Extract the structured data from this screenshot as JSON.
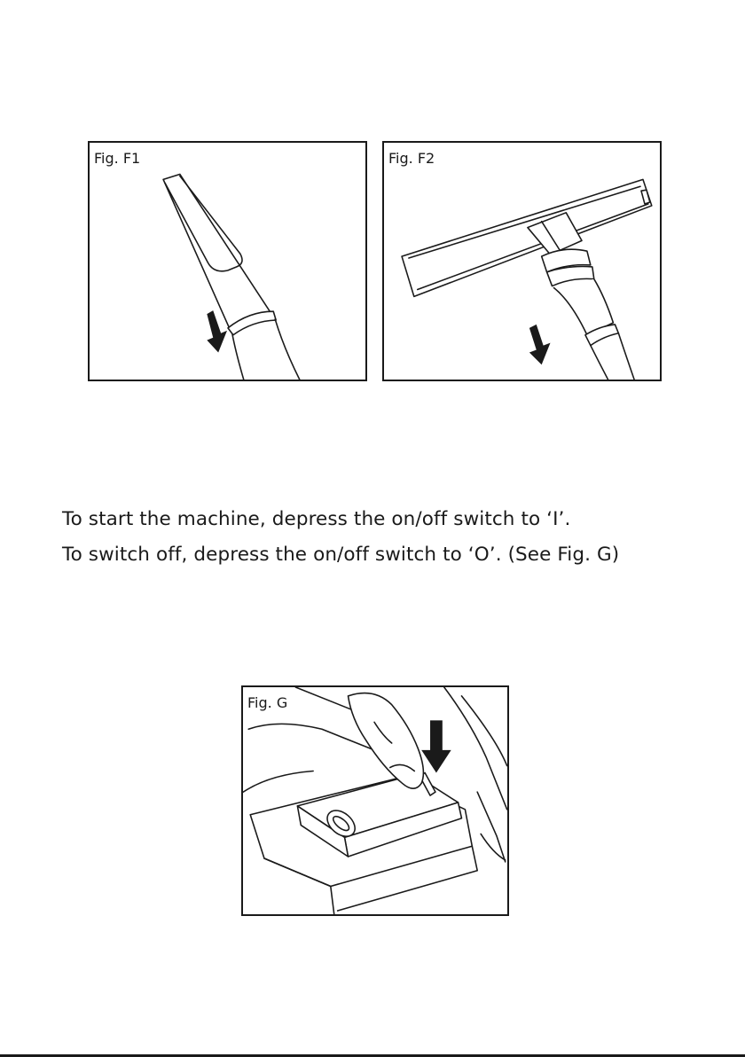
{
  "figures": {
    "f1": {
      "label": "Fig. F1"
    },
    "f2": {
      "label": "Fig. F2"
    },
    "g": {
      "label": "Fig. G"
    }
  },
  "instructions": {
    "line1": "To start the machine, depress the on/off switch to ‘I’.",
    "line2": "To switch off, depress the on/off switch to ‘O’. (See Fig. G)"
  },
  "icons": {
    "f1_arrow": "down-arrow-icon",
    "f2_arrow": "down-arrow-icon",
    "g_arrow": "down-arrow-icon"
  },
  "colors": {
    "ink": "#1a1a1a",
    "background": "#ffffff"
  }
}
